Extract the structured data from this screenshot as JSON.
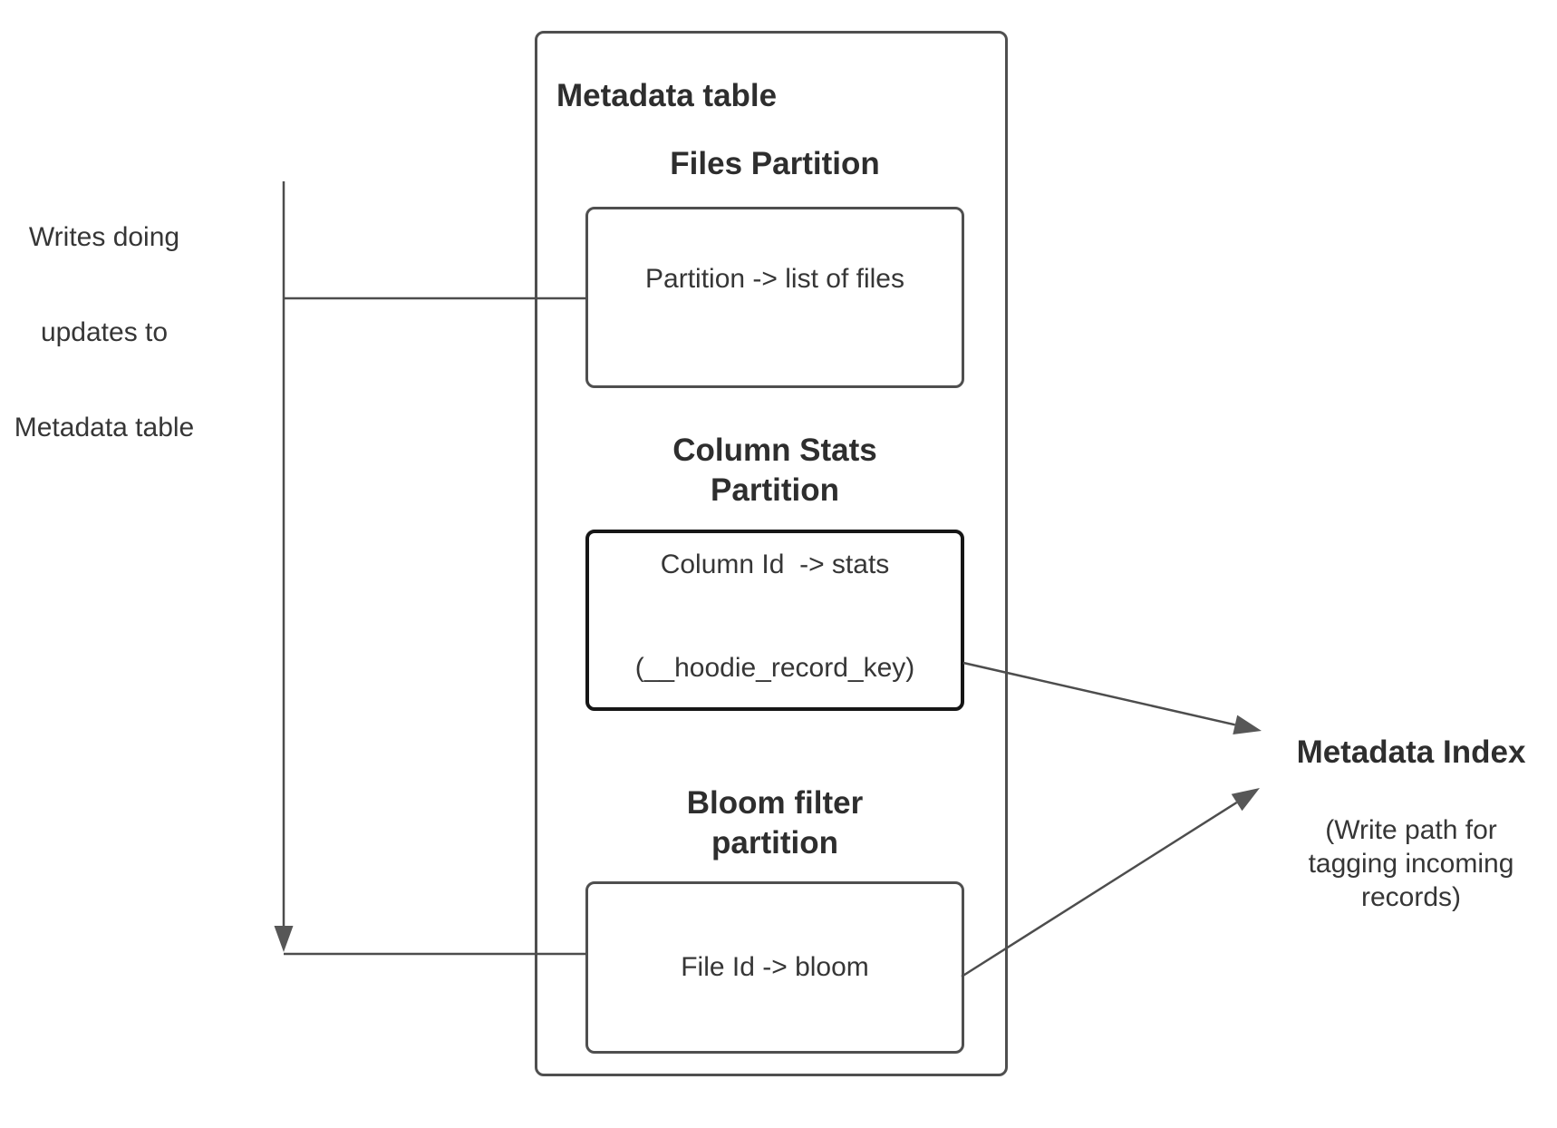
{
  "colors": {
    "background": "#ffffff",
    "box_border": "#4f4f4f",
    "emphasis_border": "#161616",
    "line": "#4d4d4d",
    "arrow_fill": "#575757",
    "text": "#363636",
    "heading_text": "#2e2e2e"
  },
  "left_label": {
    "lines": [
      "Writes doing",
      "updates to",
      "Metadata table"
    ]
  },
  "metadata_table": {
    "title": "Metadata table",
    "files_section": {
      "heading_lines": [
        "Files Partition"
      ],
      "box_lines": [
        "Partition -> list of files"
      ]
    },
    "column_stats_section": {
      "heading_lines": [
        "Column Stats",
        "Partition"
      ],
      "box_lines": [
        "Column Id  -> stats",
        "(__hoodie_record_key)"
      ]
    },
    "bloom_section": {
      "heading_lines": [
        "Bloom filter",
        "partition"
      ],
      "box_lines": [
        "File Id -> bloom"
      ]
    }
  },
  "metadata_index": {
    "title": "Metadata Index",
    "subtitle_lines": [
      "(Write path for",
      "tagging incoming",
      "records)"
    ]
  }
}
